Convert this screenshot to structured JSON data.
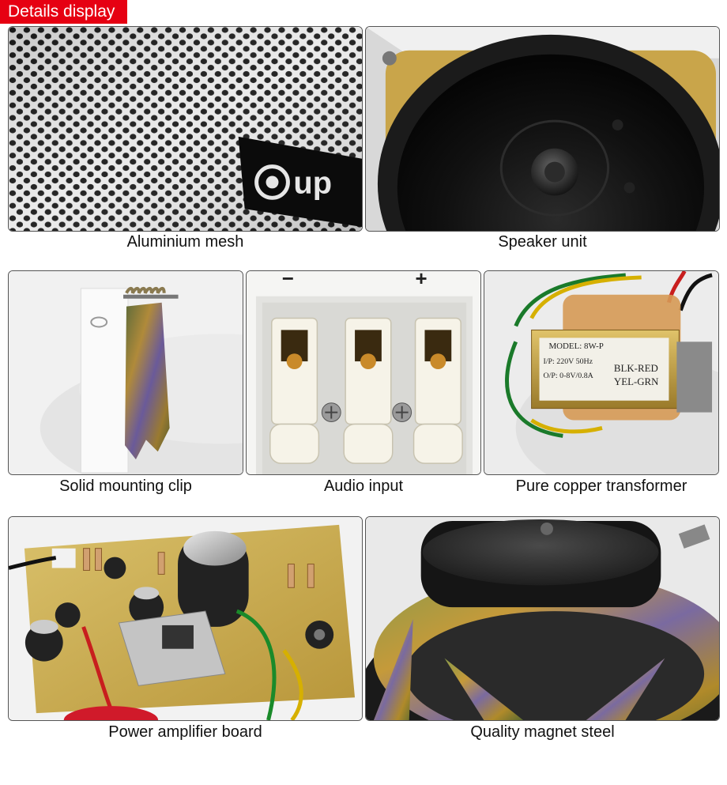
{
  "header": {
    "title": "Details display",
    "accent_color": "#e60012"
  },
  "tiles": {
    "mesh": {
      "caption": "Aluminium mesh",
      "logo_text": "up"
    },
    "speaker": {
      "caption": "Speaker unit"
    },
    "clip": {
      "caption": "Solid mounting clip"
    },
    "audio": {
      "caption": "Audio input",
      "minus": "−",
      "plus": "+"
    },
    "transformer": {
      "caption": "Pure copper transformer",
      "label_model": "MODEL:  8W-P",
      "label_ip": "I/P: 220V  50Hz",
      "label_op": "O/P: 0-8V/0.8A",
      "label_wire1": "BLK-RED",
      "label_wire2": "YEL-GRN"
    },
    "amplifier": {
      "caption": "Power amplifier board"
    },
    "magnet": {
      "caption": "Quality magnet steel"
    }
  }
}
